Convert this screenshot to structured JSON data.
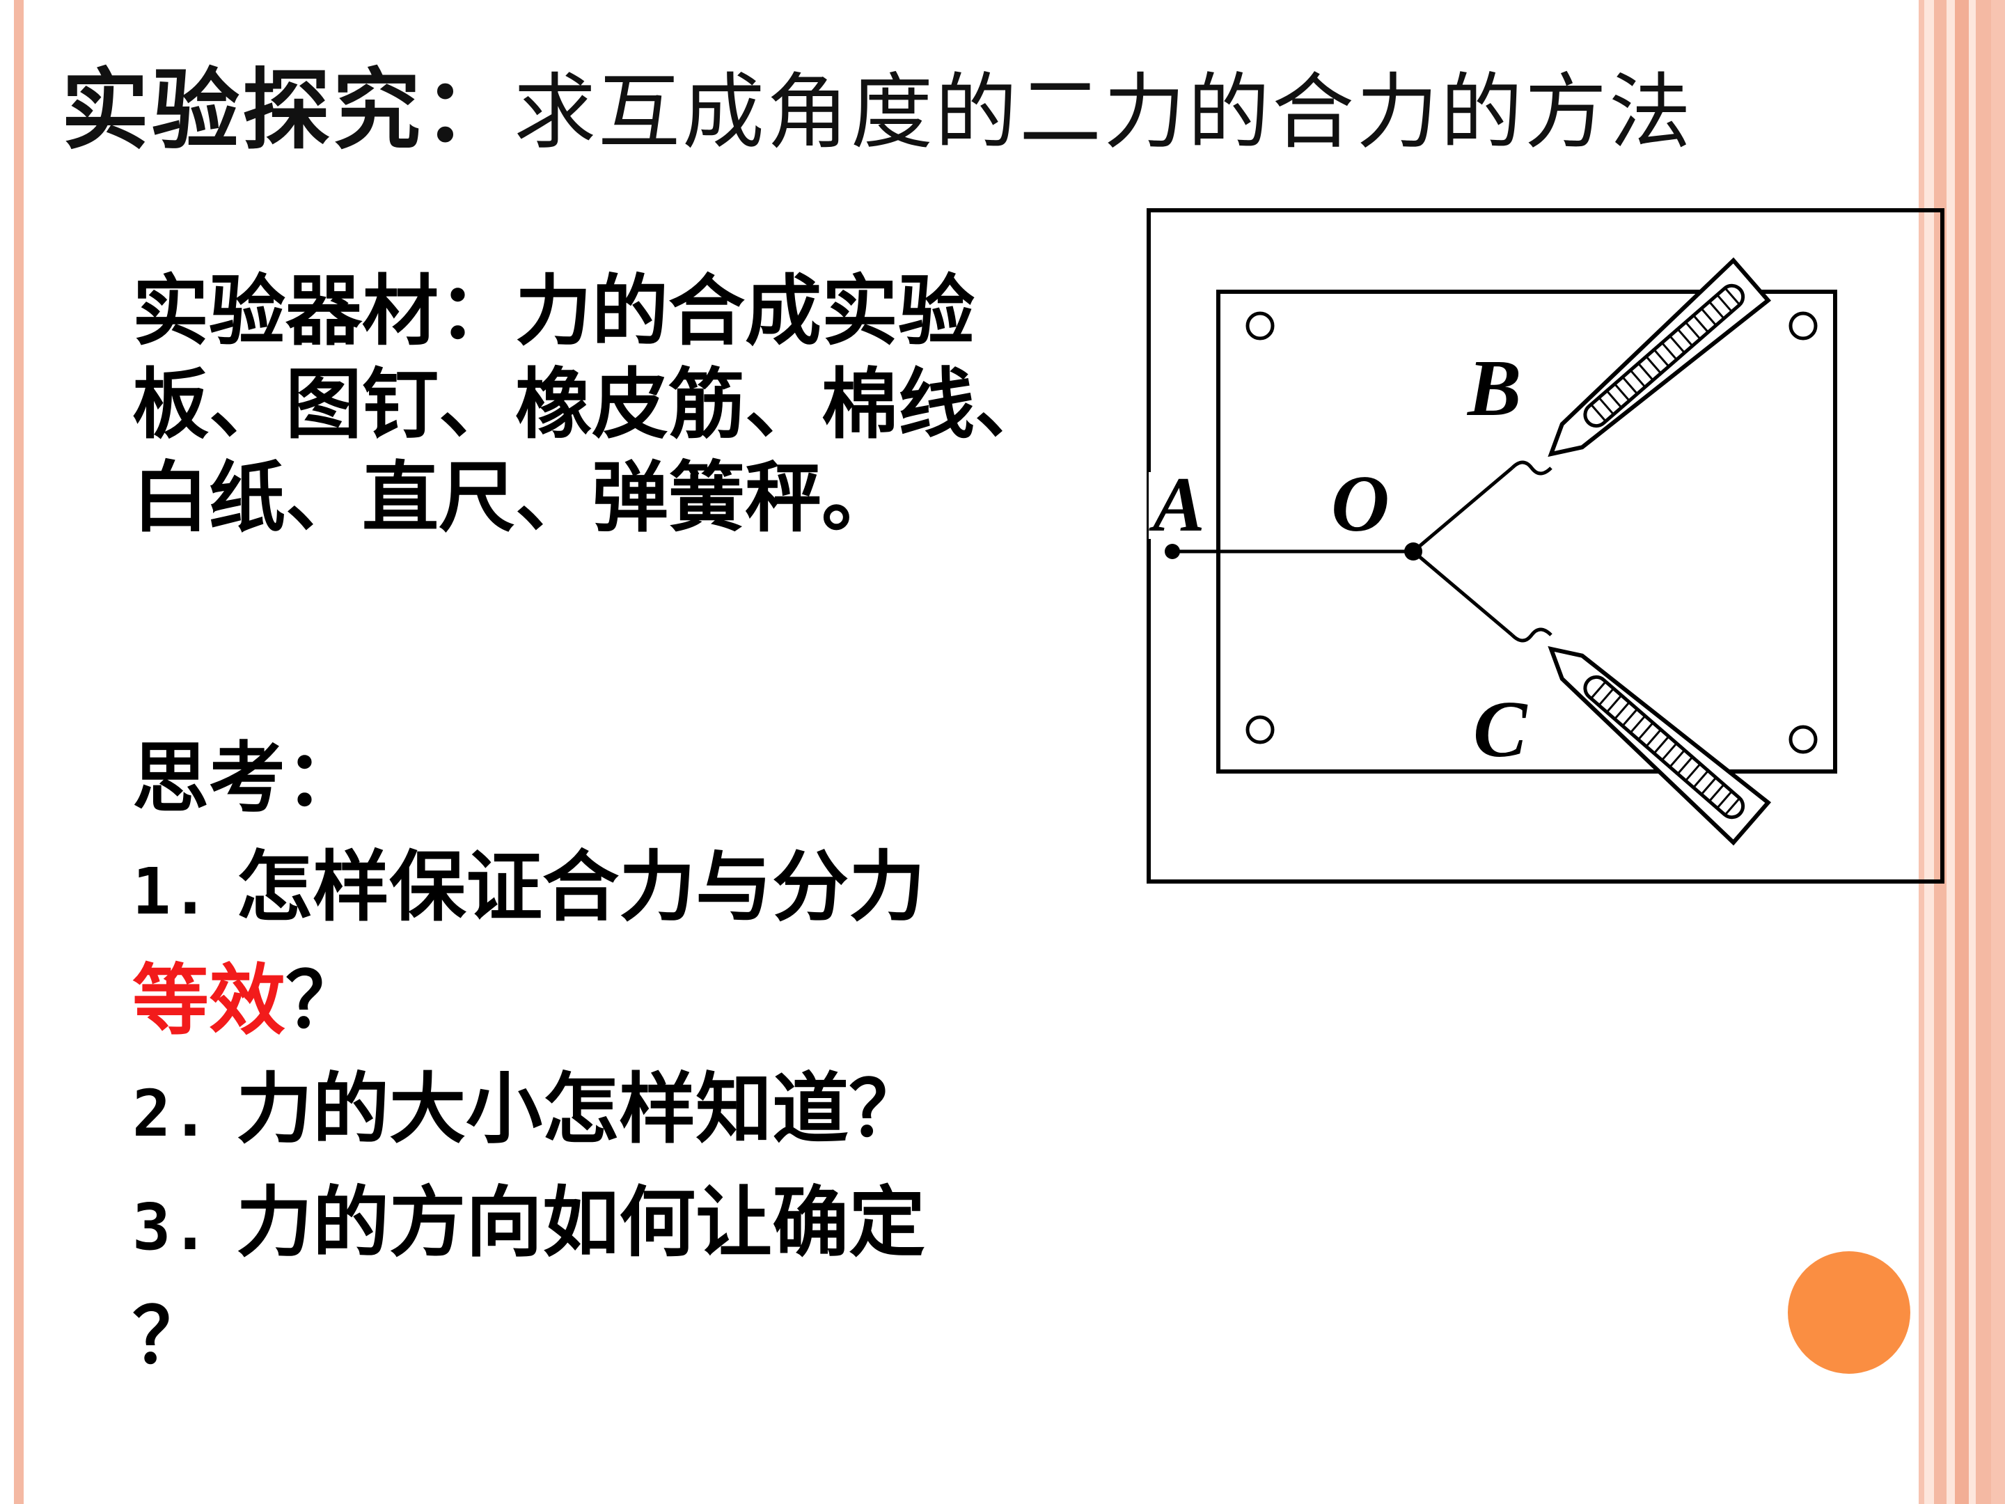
{
  "title": {
    "bold": "实验探究：",
    "rest": "求互成角度的二力的合力的方法"
  },
  "materials": {
    "text": "实验器材：力的合成实验板、图钉、橡皮筋、棉线、白纸、直尺、弹簧秤。"
  },
  "thinking": {
    "heading": "思考：",
    "q1_num": "1.",
    "q1_text": "怎样保证合力与分力",
    "q1_highlight": "等效",
    "q1_end": "？",
    "q2_num": "2.",
    "q2_text": "力的大小怎样知道？",
    "q3_num": "3.",
    "q3_text": "力的方向如何让确定",
    "q3_end": "？"
  },
  "diagram": {
    "label_a": "A",
    "label_o": "O",
    "label_b": "B",
    "label_c": "C"
  },
  "colors": {
    "accent_orange": "#fa8e42",
    "border_pink": "#f4b9a3",
    "highlight_red": "#f21b1b"
  }
}
